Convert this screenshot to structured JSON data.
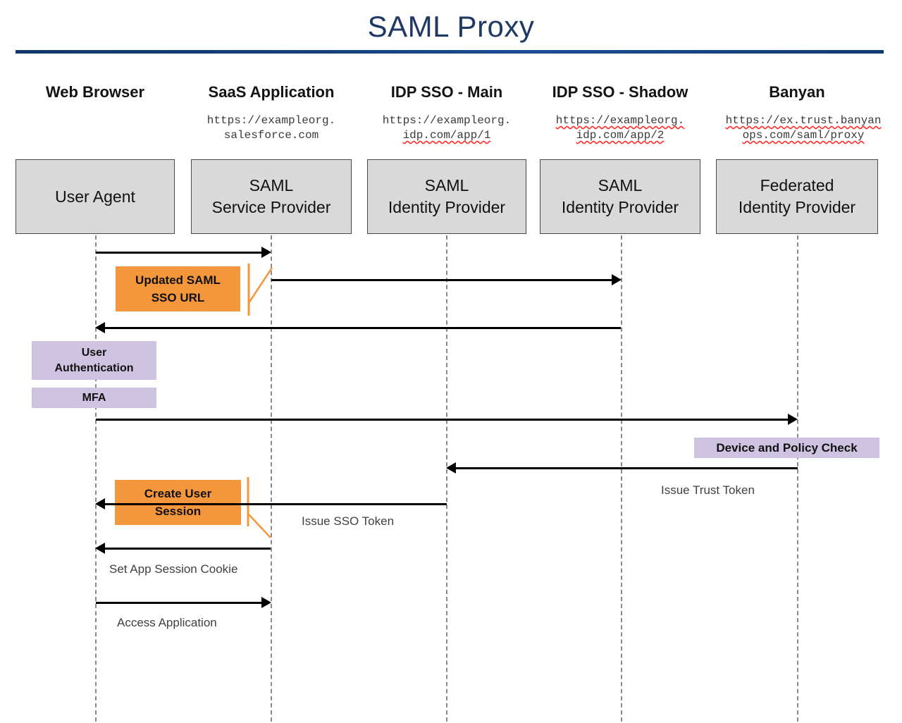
{
  "diagram": {
    "title": "SAML Proxy",
    "type": "sequence-diagram",
    "accent_color": "#1F3864",
    "note_orange_color": "#F4963C",
    "note_purple_color": "#CEC3E0",
    "participant_fill": "#D9D9D9",
    "participants": [
      {
        "header": "Web Browser",
        "url": "",
        "url_line1": "",
        "url_line2": "",
        "box_label_line1": "User Agent",
        "box_label_line2": ""
      },
      {
        "header": "SaaS Application",
        "url": "https://exampleorg.salesforce.com",
        "url_line1": "https://exampleorg.",
        "url_line2": "salesforce.com",
        "box_label_line1": "SAML",
        "box_label_line2": "Service Provider"
      },
      {
        "header": "IDP SSO - Main",
        "url": "https://exampleorg.idp.com/app/1",
        "url_line1": "https://exampleorg.",
        "url_line2": "idp.com/app/1",
        "box_label_line1": "SAML",
        "box_label_line2": "Identity Provider"
      },
      {
        "header": "IDP SSO - Shadow",
        "url": "https://exampleorg.idp.com/app/2",
        "url_line1": "https://exampleorg.",
        "url_line2": "idp.com/app/2",
        "box_label_line1": "SAML",
        "box_label_line2": "Identity Provider"
      },
      {
        "header": "Banyan",
        "url": "https://ex.trust.banyanops.com/saml/proxy",
        "url_line1": "https://ex.trust.banyan",
        "url_line2": "ops.com/saml/proxy",
        "box_label_line1": "Federated",
        "box_label_line2": "Identity Provider"
      }
    ],
    "messages": [
      {
        "id": 1,
        "from": "Web Browser",
        "to": "SaaS Application",
        "direction": "right",
        "label": ""
      },
      {
        "id": 2,
        "from": "SaaS Application",
        "to": "IDP SSO - Shadow",
        "direction": "right",
        "label": ""
      },
      {
        "id": 3,
        "from": "IDP SSO - Shadow",
        "to": "Web Browser",
        "direction": "left",
        "label": ""
      },
      {
        "id": 4,
        "from": "Web Browser",
        "to": "Banyan",
        "direction": "right",
        "label": ""
      },
      {
        "id": 5,
        "from": "Banyan",
        "to": "IDP SSO - Main",
        "direction": "left",
        "label": "Issue Trust Token"
      },
      {
        "id": 6,
        "from": "IDP SSO - Main",
        "to": "SaaS Application",
        "direction": "left",
        "label": "Issue SSO Token"
      },
      {
        "id": 7,
        "from": "SaaS Application",
        "to": "Web Browser",
        "direction": "left",
        "label": "Set App Session Cookie"
      },
      {
        "id": 8,
        "from": "Web Browser",
        "to": "SaaS Application",
        "direction": "right",
        "label": "Access Application"
      }
    ],
    "notes": [
      {
        "id": "updated-saml-sso-url",
        "style": "orange",
        "line1": "Updated SAML",
        "line2": "SSO URL",
        "attached_to": "SaaS Application"
      },
      {
        "id": "user-authentication",
        "style": "purple",
        "line1": "User",
        "line2": "Authentication",
        "attached_to": "Web Browser"
      },
      {
        "id": "mfa",
        "style": "purple",
        "line1": "MFA",
        "line2": "",
        "attached_to": "Web Browser"
      },
      {
        "id": "device-and-policy-check",
        "style": "purple",
        "line1": "Device and Policy Check",
        "line2": "",
        "attached_to": "Banyan"
      },
      {
        "id": "create-user-session",
        "style": "orange",
        "line1": "Create User",
        "line2": "Session",
        "attached_to": "SaaS Application"
      }
    ]
  }
}
